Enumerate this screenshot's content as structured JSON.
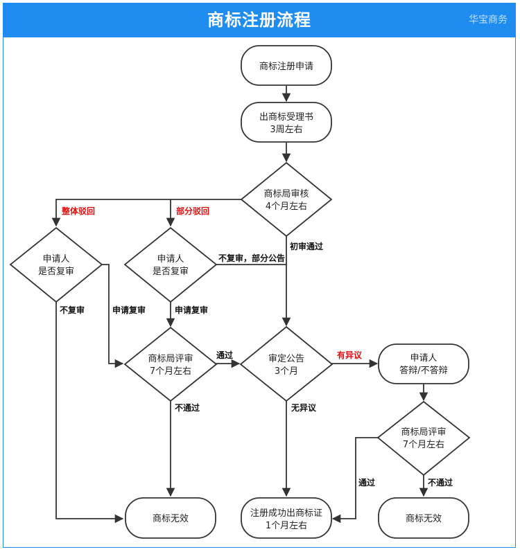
{
  "header": {
    "title": "商标注册流程",
    "watermark": "华宝商务"
  },
  "nodes": {
    "apply": {
      "lines": [
        "商标注册申请"
      ]
    },
    "acceptance": {
      "lines": [
        "出商标受理书",
        "3周左右"
      ]
    },
    "review": {
      "lines": [
        "商标局审核",
        "4个月左右"
      ]
    },
    "left_decision": {
      "lines": [
        "申请人",
        "是否复审"
      ]
    },
    "mid_decision": {
      "lines": [
        "申请人",
        "是否复审"
      ]
    },
    "reexam": {
      "lines": [
        "商标局评审",
        "7个月左右"
      ]
    },
    "announce": {
      "lines": [
        "审定公告",
        "3个月"
      ]
    },
    "respond": {
      "lines": [
        "申请人",
        "答辩/不答辩"
      ]
    },
    "reexam2": {
      "lines": [
        "商标局评审",
        "7个月左右"
      ]
    },
    "invalid1": {
      "lines": [
        "商标无效"
      ]
    },
    "success": {
      "lines": [
        "注册成功出商标证",
        "1个月左右"
      ]
    },
    "invalid2": {
      "lines": [
        "商标无效"
      ]
    }
  },
  "edge_labels": {
    "full_reject": "整体驳回",
    "partial_reject": "部分驳回",
    "first_pass": "初审通过",
    "no_reexam_partial": "不复审，部分公告",
    "no_reexam": "不复审",
    "apply_reexam_left": "申请复审",
    "apply_reexam_mid": "申请复审",
    "pass": "通过",
    "objection": "有异议",
    "no_objection": "无异议",
    "not_pass_left": "不通过",
    "pass_right": "通过",
    "not_pass_right": "不通过"
  },
  "colors": {
    "accent": "#1e8cf0",
    "highlight": "#e01010",
    "stroke": "#333333"
  }
}
